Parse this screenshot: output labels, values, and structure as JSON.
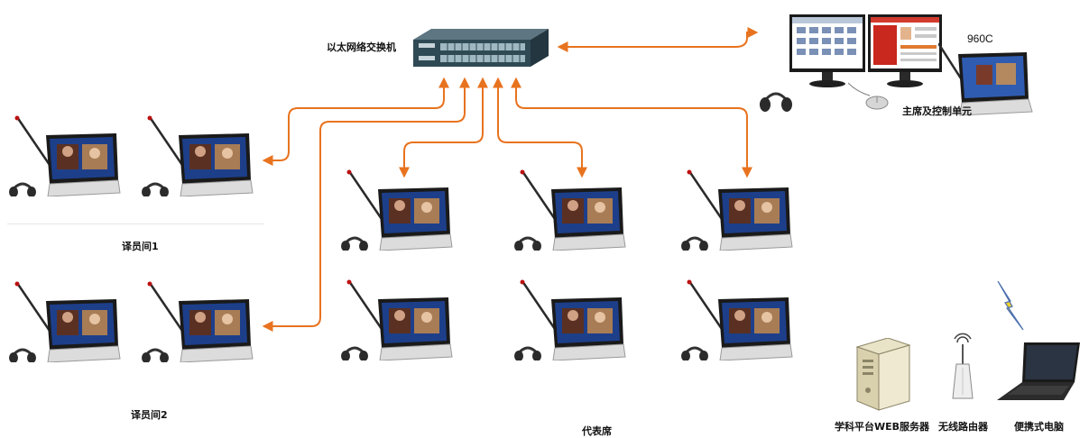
{
  "switch": {
    "label": "以太网络交换机"
  },
  "chair": {
    "label": "主席及控制单元",
    "model": "960C"
  },
  "booth1": {
    "label": "译员间1"
  },
  "booth2": {
    "label": "译员间2"
  },
  "delegates": {
    "label": "代表席"
  },
  "server": {
    "label": "学科平台WEB服务器"
  },
  "router": {
    "label": "无线路由器"
  },
  "laptop": {
    "label": "便携式电脑"
  },
  "colors": {
    "link": "#e8731f",
    "screen": "#1d3f8a"
  }
}
